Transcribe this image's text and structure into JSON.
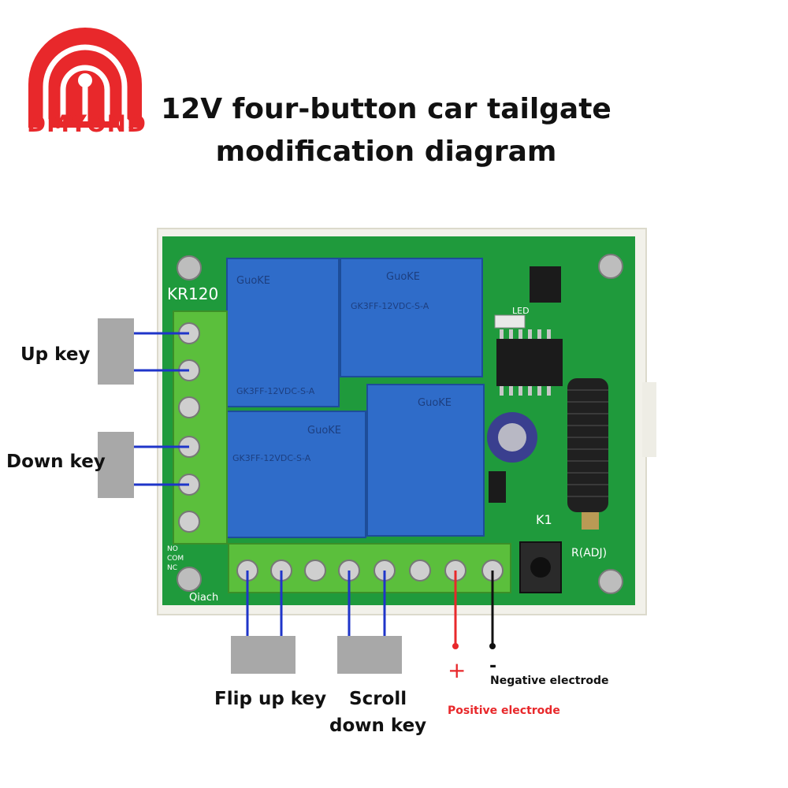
{
  "logo": {
    "text": "DMYOND",
    "brand_color": "#e8282b"
  },
  "title": {
    "line1": "12V four-button car tailgate",
    "line2": "modification diagram"
  },
  "buttons": {
    "up_key": "Up key",
    "down_key": "Down key",
    "flip_up_key": "Flip up key",
    "scroll_down_key_line1": "Scroll",
    "scroll_down_key_line2": "down key"
  },
  "power": {
    "plus_symbol": "+",
    "minus_symbol": "-",
    "positive_label": "Positive electrode",
    "negative_label": "Negative electrode",
    "positive_color": "#e8282b",
    "negative_color": "#111111"
  },
  "board": {
    "model_marking": "KR120",
    "key_marking": "K1",
    "adjust_marking": "R(ADJ)",
    "led_marking": "LED",
    "relay_brand": "GuoKE",
    "relay_model": "GK3FF-12VDC-S-A",
    "terminal_markings": [
      "NO",
      "COM",
      "NC"
    ],
    "maker_marking": "Qiach",
    "pcb_color": "#1f9a3c",
    "relay_color": "#2f6cc9",
    "terminal_color": "#5bbf3c",
    "wire_color": "#1f35c9"
  }
}
